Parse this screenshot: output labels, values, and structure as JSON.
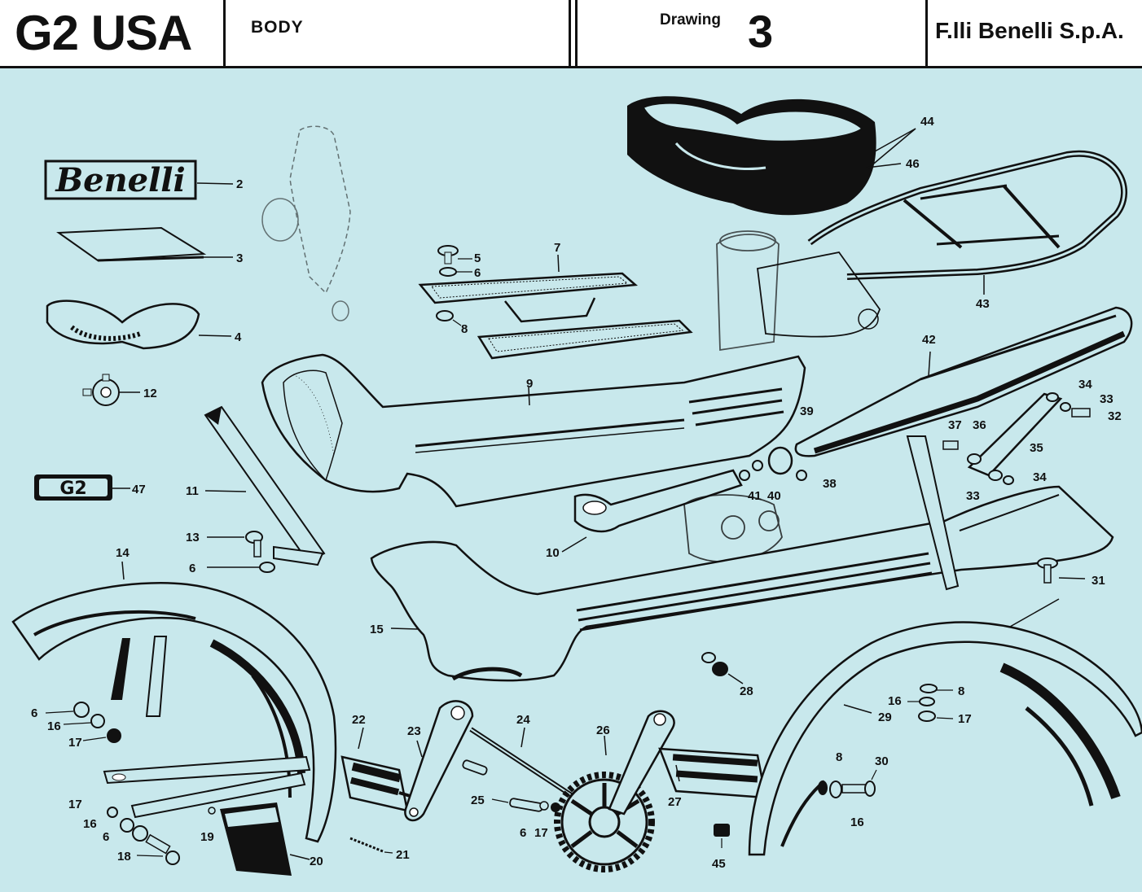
{
  "header": {
    "model": "G2 USA",
    "section": "BODY",
    "drawing_label": "Drawing",
    "drawing_number": "3",
    "manufacturer": "F.lli  Benelli S.p.A."
  },
  "decals": {
    "brand_logo": "Benelli",
    "model_badge": "G2"
  },
  "callouts": [
    "2",
    "3",
    "4",
    "12",
    "47",
    "11",
    "13",
    "6",
    "14",
    "5",
    "6",
    "7",
    "8",
    "9",
    "10",
    "15",
    "44",
    "46",
    "43",
    "42",
    "39",
    "41",
    "40",
    "38",
    "37",
    "36",
    "34",
    "33",
    "32",
    "35",
    "34",
    "33",
    "31",
    "28",
    "29",
    "16",
    "8",
    "17",
    "30",
    "8",
    "16",
    "6",
    "16",
    "17",
    "22",
    "23",
    "24",
    "26",
    "27",
    "25",
    "6",
    "17",
    "17",
    "16",
    "6",
    "18",
    "19",
    "20",
    "21",
    "45"
  ],
  "colors": {
    "background": "#c8e8ec",
    "ink": "#111111",
    "header_bg": "#ffffff"
  }
}
